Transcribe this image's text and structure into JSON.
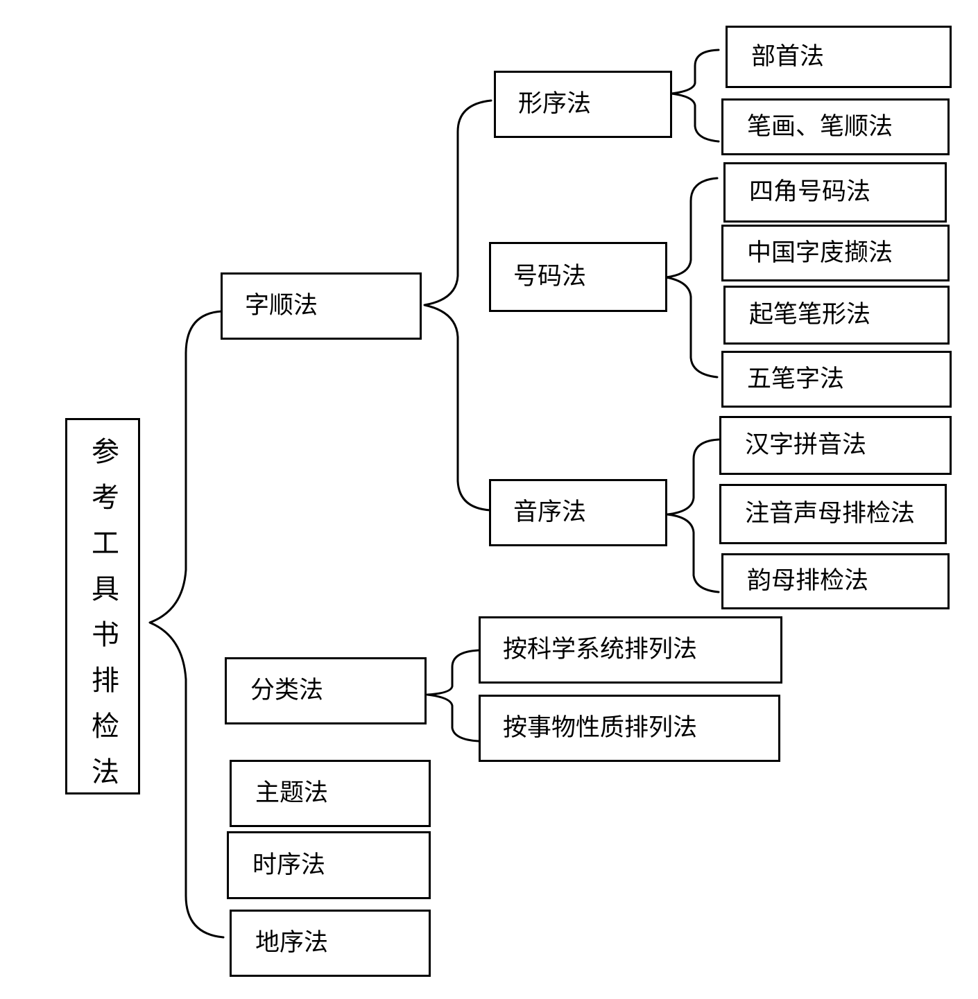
{
  "diagram": {
    "root": "参考工具书排检法",
    "level1": {
      "zishun": "字顺法",
      "fenlei": "分类法",
      "zhuti": "主题法",
      "shixu": "时序法",
      "dixu": "地序法"
    },
    "level2": {
      "xingxu": "形序法",
      "haoma": "号码法",
      "yinxu": "音序法",
      "kexue": "按科学系统排列法",
      "shiwu": "按事物性质排列法"
    },
    "level3": {
      "bushou": "部首法",
      "bihua": "笔画、笔顺法",
      "sijiao": "四角号码法",
      "zhongguo": "中国字庋撷法",
      "qibi": "起笔笔形法",
      "wubi": "五笔字法",
      "pinyin": "汉字拼音法",
      "zhuyin": "注音声母排检法",
      "yunmu": "韵母排检法"
    }
  }
}
